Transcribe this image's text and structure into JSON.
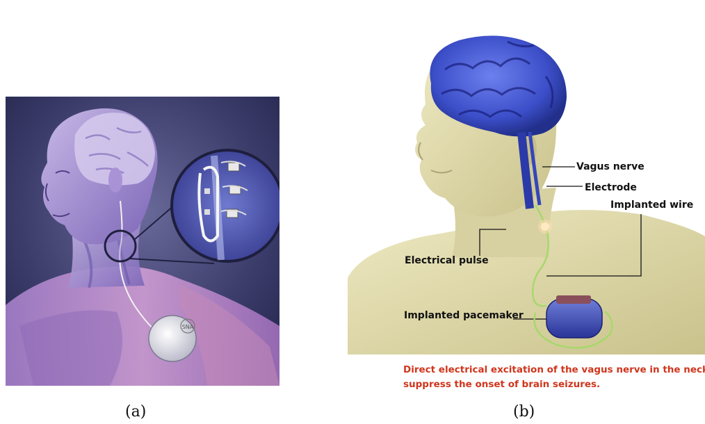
{
  "panels": [
    {
      "caption": "(a)"
    },
    {
      "caption": "(b)"
    }
  ],
  "labels": {
    "vagus_nerve": "Vagus nerve",
    "electrode": "Electrode",
    "implanted_wire": "Implanted wire",
    "electrical_pulse": "Electrical pulse",
    "implanted_pacemaker": "Implanted pacemaker"
  },
  "caption_text": {
    "line1": "Direct electrical excitation of the vagus nerve in the neck can",
    "line2": "suppress the onset of brain seizures."
  },
  "device_label": "SNA",
  "colors": {
    "panel_a_background": "#2c2f5c",
    "brain_blue": "#3c4ec8",
    "skin_b": "#d9d4a0",
    "caption_red": "#d0351c"
  }
}
